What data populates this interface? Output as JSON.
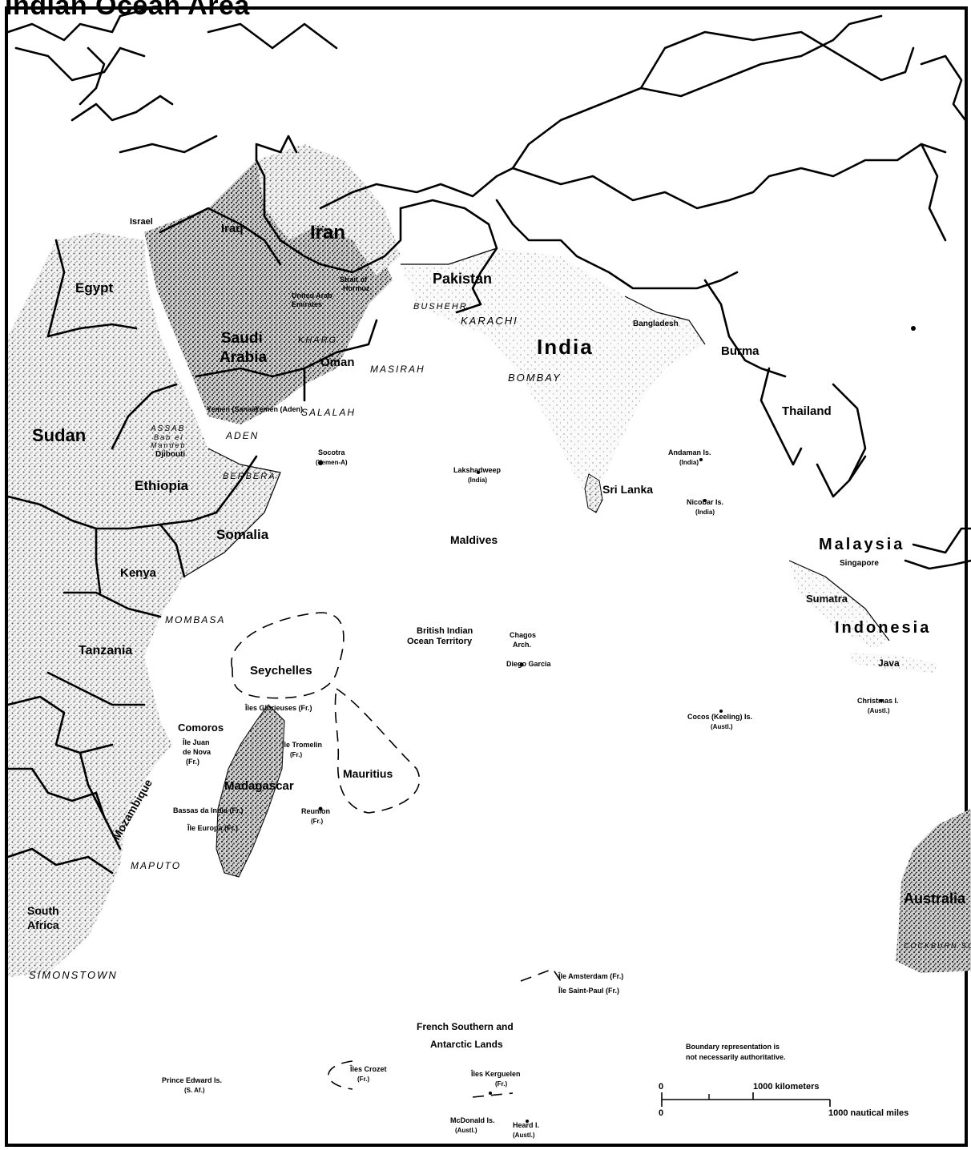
{
  "map": {
    "title": "Indian Ocean Area",
    "countries": {
      "iran": "Iran",
      "iraq": "Iraq",
      "israel": "Israel",
      "egypt": "Egypt",
      "saudi": "Saudi Arabia",
      "oman": "Oman",
      "pakistan": "Pakistan",
      "india": "India",
      "burma": "Burma",
      "thailand": "Thailand",
      "bangladesh": "Bangladesh",
      "sudan": "Sudan",
      "ethiopia": "Ethiopia",
      "somalia": "Somalia",
      "kenya": "Kenya",
      "tanzania": "Tanzania",
      "djibouti": "Djibouti",
      "yemen_sanaa": "Yemen (Sanaa)",
      "yemen_aden": "Yemen (Aden)",
      "uae": "United Arab Emirates",
      "strait_hormuz": "Strait of Hormuz",
      "malaysia": "Malaysia",
      "singapore": "Singapore",
      "indonesia": "Indonesia",
      "sumatra": "Sumatra",
      "java": "Java",
      "sri_lanka": "Sri Lanka",
      "maldives": "Maldives",
      "seychelles": "Seychelles",
      "mauritius": "Mauritius",
      "comoros": "Comoros",
      "madagascar": "Madagascar",
      "mozambique": "Mozambique",
      "south_africa": "South Africa",
      "australia": "Australia"
    },
    "places": {
      "socotra": "Socotra",
      "socotra_sub": "(Yemen-A)",
      "lakshadweep": "Lakshadweep",
      "lakshadweep_sub": "(India)",
      "andaman": "Andaman Is.",
      "andaman_sub": "(India)",
      "nicobar": "Nicobar Is.",
      "nicobar_sub": "(India)",
      "biot_1": "British Indian",
      "biot_2": "Ocean Territory",
      "chagos_1": "Chagos",
      "chagos_2": "Arch.",
      "diego_garcia": "Diego Garcia",
      "glorieuses": "Îles Glorieuses (Fr.)",
      "juan_1": "Île Juan",
      "juan_2": "de Nova",
      "juan_3": "(Fr.)",
      "tromelin": "Île Tromelin",
      "tromelin_sub": "(Fr.)",
      "bassas": "Bassas da India (Fr.)",
      "europa": "Île Europa (Fr.)",
      "reunion": "Reunion",
      "reunion_sub": "(Fr.)",
      "cocos": "Cocos (Keeling) Is.",
      "cocos_sub": "(Austl.)",
      "christmas": "Christmas I.",
      "christmas_sub": "(Austl.)",
      "amsterdam": "Île Amsterdam (Fr.)",
      "saint_paul": "Île Saint-Paul (Fr.)",
      "french_1": "French Southern and",
      "french_2": "Antarctic Lands",
      "crozet": "Îles Crozet",
      "crozet_sub": "(Fr.)",
      "kerguelen": "Îles Kerguelen",
      "kerguelen_sub": "(Fr.)",
      "prince_edward": "Prince Edward Is.",
      "prince_edward_sub": "(S. Af.)",
      "mcdonald": "McDonald Is.",
      "mcdonald_sub": "(Austl.)",
      "heard": "Heard I.",
      "heard_sub": "(Austl.)"
    },
    "cities": {
      "karachi": "KARACHI",
      "bombay": "BOMBAY",
      "masirah": "MASIRAH",
      "salalah": "SALALAH",
      "aden": "ADEN",
      "berbera": "BERBERA",
      "mombasa": "MOMBASA",
      "maputo": "MAPUTO",
      "simonstown": "SIMONSTOWN",
      "assab": "ASSAB",
      "bab_1": "Bab el",
      "bab_2": "Mandeb",
      "bushehr": "BUSHEHR",
      "kharg": "KHARG",
      "cockburn": "COCKBURN SOUND"
    },
    "note_1": "Boundary representation is",
    "note_2": "not necessarily authoritative.",
    "scale": {
      "zero_km": "0",
      "km_label": "1000 kilometers",
      "zero_nm": "0",
      "nm_label": "1000 nautical miles"
    }
  }
}
